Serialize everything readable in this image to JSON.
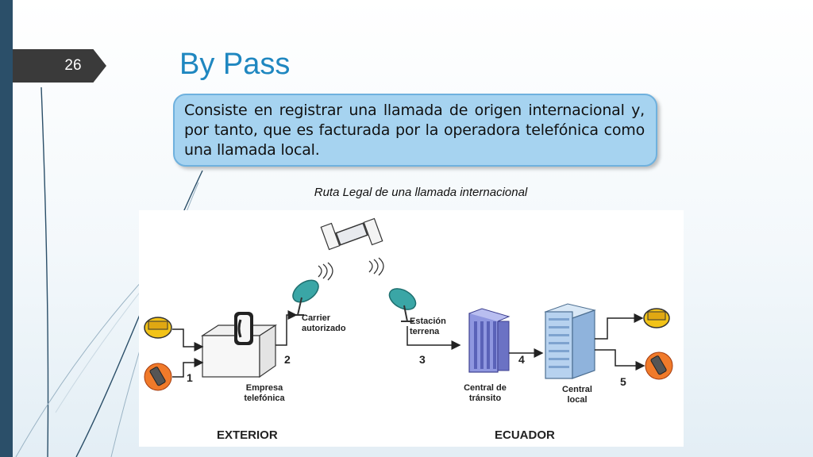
{
  "slide": {
    "number": "26",
    "title": "By Pass",
    "description": "Consiste en registrar una llamada de origen internacional y, por tanto, que es facturada por la operadora telefónica como una llamada local.",
    "caption": "Ruta Legal de una llamada internacional"
  },
  "diagram": {
    "labels": {
      "carrier": "Carrier autorizado",
      "empresa": "Empresa telefónica",
      "estacion": "Estación terrena",
      "central_transito": "Central de tránsito",
      "central_local": "Central local"
    },
    "numbers": [
      "1",
      "2",
      "3",
      "4",
      "5"
    ],
    "regions": {
      "left": "EXTERIOR",
      "right": "ECUADOR"
    }
  },
  "colors": {
    "accent": "#1f87c0",
    "sidebar": "#2b4f69",
    "callout_fill": "#a6d3f0",
    "callout_border": "#6fb1de",
    "number_tab": "#3a3a3a"
  }
}
